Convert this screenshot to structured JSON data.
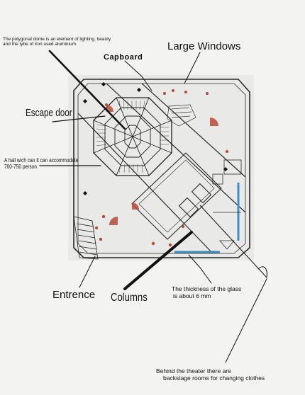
{
  "labels": {
    "dome_line1": "The polygonal dome is an element of lighting, beauty",
    "dome_line2": "and the tybe of iron used aluminium",
    "capboard": "Capboard",
    "large_windows": "Large Windows",
    "escape_door": "Escape door",
    "hall_line1": "A hall wich can It can accommodate",
    "hall_line2": "700-750 person",
    "entrence": "Entrence",
    "columns": "Columns",
    "glass_line1": "The thickness of the glass",
    "glass_line2": "is about 6 mm",
    "backstage_line1": "Behind the theater there are",
    "backstage_line2": "backstage rooms for changing clothes"
  },
  "colors": {
    "annotation_ink": "#111111",
    "plan_ink": "#2a2a2a",
    "glass_blue": "#3b8fc2",
    "column_red": "#b84a3a",
    "paper": "#f3f3f1"
  }
}
